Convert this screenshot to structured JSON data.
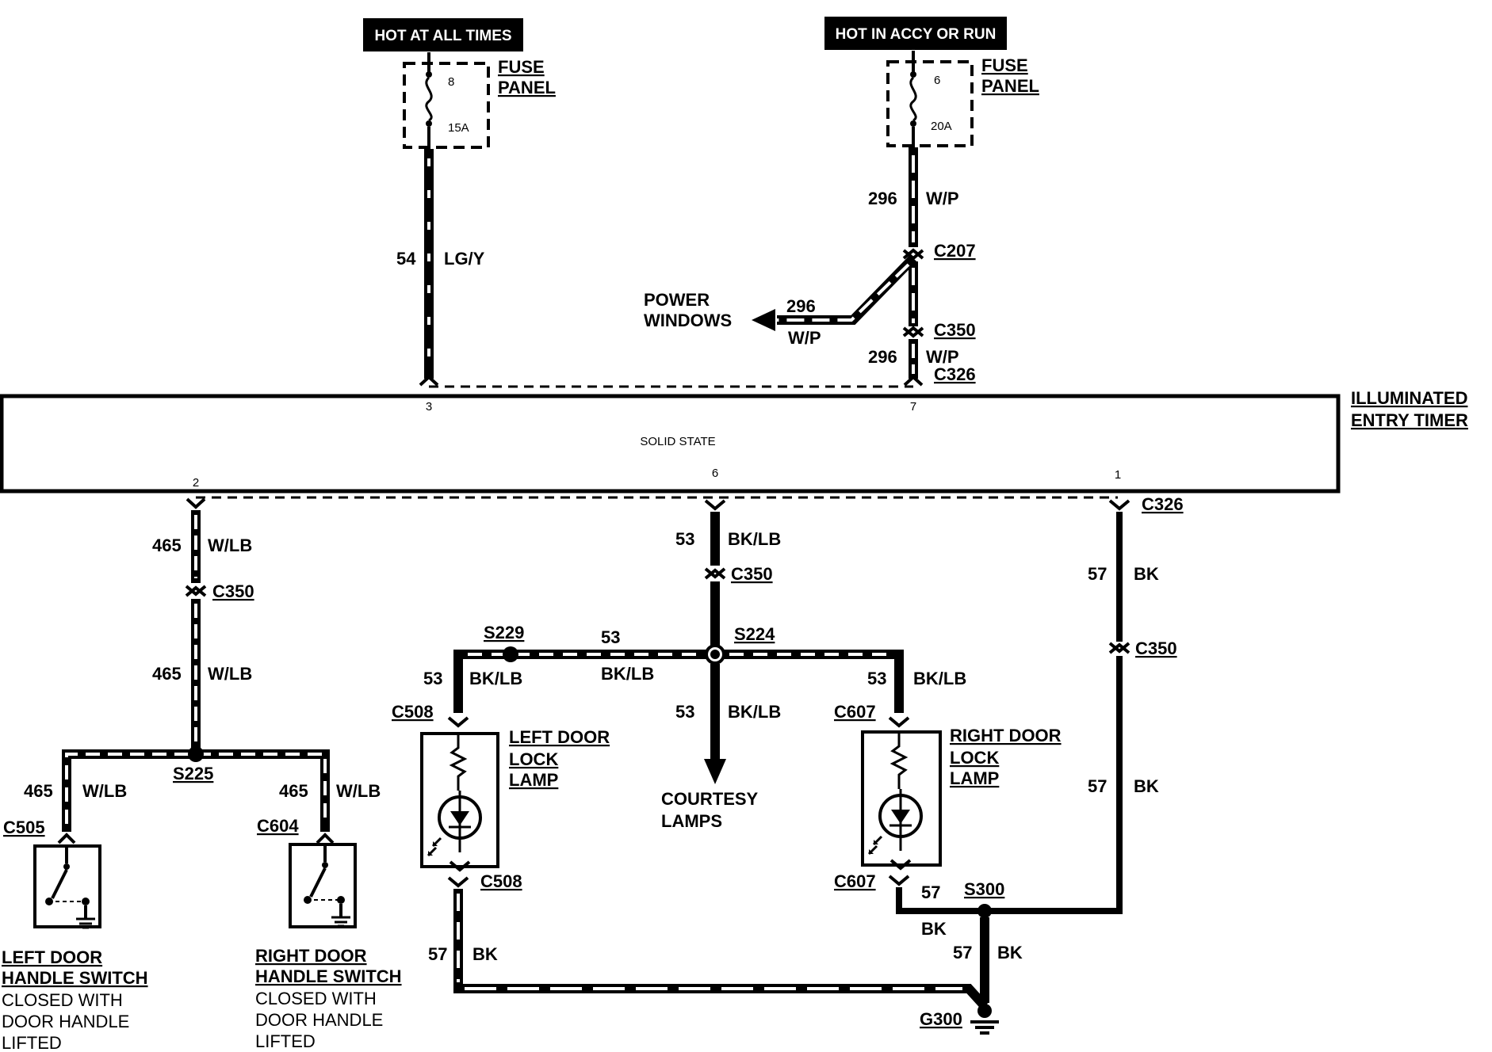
{
  "diagram": {
    "hot_tags": {
      "left": "HOT AT ALL TIMES",
      "right": "HOT IN ACCY OR RUN"
    },
    "fuses": [
      {
        "panel_line1": "FUSE",
        "panel_line2": "PANEL",
        "number": "8",
        "rating": "15A"
      },
      {
        "panel_line1": "FUSE",
        "panel_line2": "PANEL",
        "number": "6",
        "rating": "20A"
      }
    ],
    "module": {
      "name_line1": "ILLUMINATED",
      "name_line2": "ENTRY TIMER",
      "inner": "SOLID STATE",
      "pins": {
        "p3": "3",
        "p7": "7",
        "p2": "2",
        "p6": "6",
        "p1": "1"
      }
    },
    "wires": {
      "w54": {
        "circuit": "54",
        "color": "LG/Y"
      },
      "w296a": {
        "circuit": "296",
        "color": "W/P"
      },
      "w296pw": {
        "circuit": "296",
        "color": "W/P"
      },
      "w296b": {
        "circuit": "296",
        "color": "W/P"
      },
      "w465a": {
        "circuit": "465",
        "color": "W/LB"
      },
      "w465b": {
        "circuit": "465",
        "color": "W/LB"
      },
      "w465l": {
        "circuit": "465",
        "color": "W/LB"
      },
      "w465r": {
        "circuit": "465",
        "color": "W/LB"
      },
      "w53a": {
        "circuit": "53",
        "color": "BK/LB"
      },
      "w53h": {
        "circuit": "53",
        "color": "BK/LB"
      },
      "w53l": {
        "circuit": "53",
        "color": "BK/LB"
      },
      "w53c": {
        "circuit": "53",
        "color": "BK/LB"
      },
      "w53r": {
        "circuit": "53",
        "color": "BK/LB"
      },
      "w57a": {
        "circuit": "57",
        "color": "BK"
      },
      "w57b": {
        "circuit": "57",
        "color": "BK"
      },
      "w57l": {
        "circuit": "57",
        "color": "BK"
      },
      "w57s": {
        "circuit": "57",
        "color": "BK"
      },
      "w57g": {
        "circuit": "57",
        "color": "BK"
      }
    },
    "connectors": {
      "c207": "C207",
      "c350_top": "C350",
      "c326_top": "C326",
      "c326_right": "C326",
      "c350_left": "C350",
      "c350_mid": "C350",
      "c350_right": "C350",
      "c508_top": "C508",
      "c508_bot": "C508",
      "c607_top": "C607",
      "c607_bot": "C607",
      "c505": "C505",
      "c604": "C604"
    },
    "splices": {
      "s229": "S229",
      "s224": "S224",
      "s225": "S225",
      "s300": "S300"
    },
    "ground": "G300",
    "power_windows": {
      "line1": "POWER",
      "line2": "WINDOWS"
    },
    "courtesy": {
      "line1": "COURTESY",
      "line2": "LAMPS"
    },
    "left_lamp": {
      "line1": "LEFT DOOR",
      "line2": "LOCK",
      "line3": "LAMP"
    },
    "right_lamp": {
      "line1": "RIGHT DOOR",
      "line2": "LOCK",
      "line3": "LAMP"
    },
    "left_switch": {
      "line1": "LEFT DOOR",
      "line2": "HANDLE SWITCH",
      "line3": "CLOSED WITH",
      "line4": "DOOR HANDLE",
      "line5": "LIFTED"
    },
    "right_switch": {
      "line1": "RIGHT DOOR",
      "line2": "HANDLE SWITCH",
      "line3": "CLOSED WITH",
      "line4": "DOOR HANDLE",
      "line5": "LIFTED"
    }
  }
}
